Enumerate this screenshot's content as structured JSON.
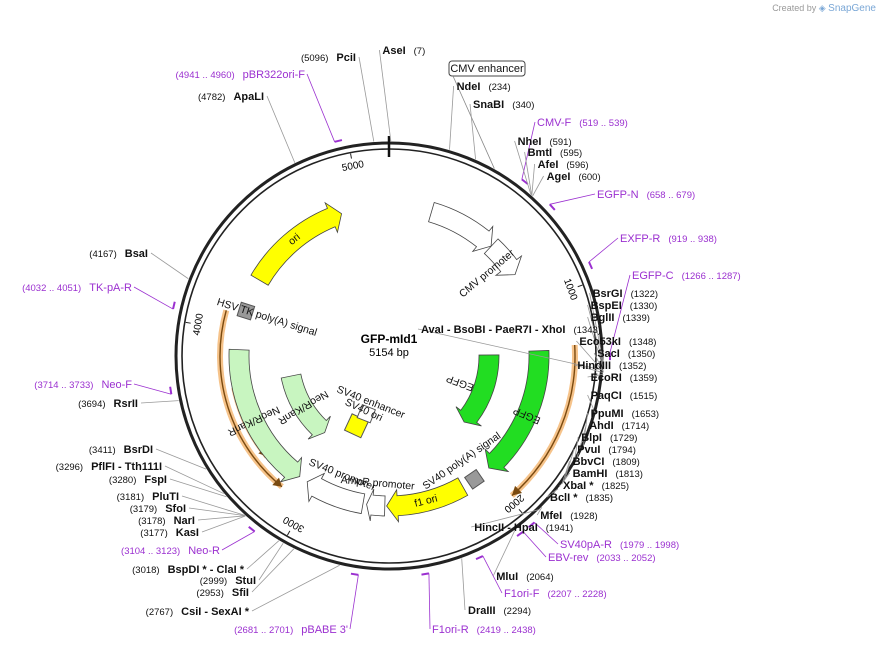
{
  "credit": {
    "prefix": "Created by",
    "brand": "SnapGene"
  },
  "plasmid": {
    "name": "GFP-mId1",
    "length_label": "5154 bp",
    "length": 5154
  },
  "tick_labels": [
    "1000",
    "2000",
    "3000",
    "4000",
    "5000"
  ],
  "features": [
    {
      "name": "CMV enhancer",
      "start": 235,
      "end": 614,
      "strand": 1,
      "color": "#ffffff",
      "boxed_label": true
    },
    {
      "name": "CMV promoter",
      "start": 615,
      "end": 818,
      "strand": 1,
      "color": "#ffffff"
    },
    {
      "name": "EGFP",
      "start": 1260,
      "end": 1980,
      "strand": 1,
      "color": "#22dd22",
      "ring": "outer"
    },
    {
      "name": "EGFP",
      "start": 1280,
      "end": 1880,
      "strand": 1,
      "color": "#22dd22",
      "ring": "inner"
    },
    {
      "name": "SV40 poly(A) signal",
      "start": 2020,
      "end": 2140,
      "strand": 0,
      "color": "#999999"
    },
    {
      "name": "f1 ori",
      "start": 2155,
      "end": 2590,
      "strand": 1,
      "color": "#ffff00"
    },
    {
      "name": "AmpR promoter",
      "start": 2600,
      "end": 2700,
      "strand": 1,
      "color": "#ffffff"
    },
    {
      "name": "SV40 promoter",
      "start": 2720,
      "end": 3050,
      "strand": 1,
      "color": "#ffffff"
    },
    {
      "name": "SV40 ori",
      "start": 2870,
      "end": 3000,
      "strand": 0,
      "color": "#ffff00"
    },
    {
      "name": "SV40 enhancer",
      "start": 2770,
      "end": 3000,
      "strand": 0,
      "color": "#ffffff"
    },
    {
      "name": "NeoR/KanR",
      "start": 3100,
      "end": 3900,
      "strand": -1,
      "color": "#c8f5c0",
      "ring": "outer"
    },
    {
      "name": "NeoR/KanR",
      "start": 3150,
      "end": 3700,
      "strand": -1,
      "color": "#c8f5c0",
      "ring": "inner"
    },
    {
      "name": "HSV TK poly(A) signal",
      "start": 4090,
      "end": 4140,
      "strand": 0,
      "color": "#999999"
    },
    {
      "name": "ori",
      "start": 4300,
      "end": 4890,
      "strand": 1,
      "color": "#ffff00"
    }
  ],
  "orfs": [
    {
      "start": 1240,
      "end": 1985,
      "strand": 1
    },
    {
      "start": 3140,
      "end": 4090,
      "strand": -1
    },
    {
      "start": 3300,
      "end": 3700,
      "strand": -1
    }
  ],
  "primers": [
    {
      "name": "CMV-F",
      "range": "(519 .. 539)"
    },
    {
      "name": "EGFP-N",
      "range": "(658 .. 679)"
    },
    {
      "name": "EXFP-R",
      "range": "(919 .. 938)"
    },
    {
      "name": "EGFP-C",
      "range": "(1266 .. 1287)"
    },
    {
      "name": "SV40pA-R",
      "range": "(1979 .. 1998)"
    },
    {
      "name": "EBV-rev",
      "range": "(2033 .. 2052)"
    },
    {
      "name": "F1ori-F",
      "range": "(2207 .. 2228)"
    },
    {
      "name": "F1ori-R",
      "range": "(2419 .. 2438)"
    },
    {
      "name": "pBABE 3'",
      "range": "(2681 .. 2701)"
    },
    {
      "name": "Neo-R",
      "range": "(3104 .. 3123)"
    },
    {
      "name": "Neo-F",
      "range": "(3714 .. 3733)"
    },
    {
      "name": "TK-pA-R",
      "range": "(4032 .. 4051)"
    },
    {
      "name": "pBR322ori-F",
      "range": "(4941 .. 4960)"
    }
  ],
  "sites": [
    {
      "name": "AseI",
      "pos": "(7)",
      "side": "right"
    },
    {
      "name": "NdeI",
      "pos": "(234)",
      "side": "right"
    },
    {
      "name": "SnaBI",
      "pos": "(340)",
      "side": "right"
    },
    {
      "name": "NheI",
      "pos": "(591)",
      "side": "right"
    },
    {
      "name": "BmtI",
      "pos": "(595)",
      "side": "right"
    },
    {
      "name": "AfeI",
      "pos": "(596)",
      "side": "right"
    },
    {
      "name": "AgeI",
      "pos": "(600)",
      "side": "right"
    },
    {
      "name": "BsrGI",
      "pos": "(1322)",
      "side": "right"
    },
    {
      "name": "BspEI",
      "pos": "(1330)",
      "side": "right"
    },
    {
      "name": "BglII",
      "pos": "(1339)",
      "side": "right"
    },
    {
      "name": "AvaI  - BsoBI  - PaeR7I  - XhoI",
      "pos": "(1343)",
      "side": "right"
    },
    {
      "name": "Eco53kI",
      "pos": "(1348)",
      "side": "right"
    },
    {
      "name": "SacI",
      "pos": "(1350)",
      "side": "right"
    },
    {
      "name": "HindIII",
      "pos": "(1352)",
      "side": "right"
    },
    {
      "name": "EcoRI",
      "pos": "(1359)",
      "side": "right"
    },
    {
      "name": "PaqCI",
      "pos": "(1515)",
      "side": "right"
    },
    {
      "name": "PpuMI",
      "pos": "(1653)",
      "side": "right"
    },
    {
      "name": "AhdI",
      "pos": "(1714)",
      "side": "right"
    },
    {
      "name": "BlpI",
      "pos": "(1729)",
      "side": "right"
    },
    {
      "name": "PvuI",
      "pos": "(1794)",
      "side": "right"
    },
    {
      "name": "BbvCI",
      "pos": "(1809)",
      "side": "right"
    },
    {
      "name": "BamHI",
      "pos": "(1813)",
      "side": "right"
    },
    {
      "name": "XbaI *",
      "pos": "(1825)",
      "side": "right"
    },
    {
      "name": "BclI *",
      "pos": "(1835)",
      "side": "right"
    },
    {
      "name": "MfeI",
      "pos": "(1928)",
      "side": "right"
    },
    {
      "name": "HincII  - HpaI",
      "pos": "(1941)",
      "side": "right"
    },
    {
      "name": "MluI",
      "pos": "(2064)",
      "side": "right"
    },
    {
      "name": "DraIII",
      "pos": "(2294)",
      "side": "right"
    },
    {
      "name": "CsiI  - SexAI *",
      "pos": "(2767)",
      "side": "left"
    },
    {
      "name": "SfiI",
      "pos": "(2953)",
      "side": "left"
    },
    {
      "name": "StuI",
      "pos": "(2999)",
      "side": "left"
    },
    {
      "name": "BspDI *  - ClaI *",
      "pos": "(3018)",
      "side": "left"
    },
    {
      "name": "KasI",
      "pos": "(3177)",
      "side": "left"
    },
    {
      "name": "NarI",
      "pos": "(3178)",
      "side": "left"
    },
    {
      "name": "SfoI",
      "pos": "(3179)",
      "side": "left"
    },
    {
      "name": "PluTI",
      "pos": "(3181)",
      "side": "left"
    },
    {
      "name": "FspI",
      "pos": "(3280)",
      "side": "left"
    },
    {
      "name": "PflFI  - Tth111I",
      "pos": "(3296)",
      "side": "left"
    },
    {
      "name": "BsrDI",
      "pos": "(3411)",
      "side": "left"
    },
    {
      "name": "RsrII",
      "pos": "(3694)",
      "side": "left"
    },
    {
      "name": "BsaI",
      "pos": "(4167)",
      "side": "left"
    },
    {
      "name": "ApaLI",
      "pos": "(4782)",
      "side": "left"
    },
    {
      "name": "PciI",
      "pos": "(5096)",
      "side": "left"
    }
  ]
}
